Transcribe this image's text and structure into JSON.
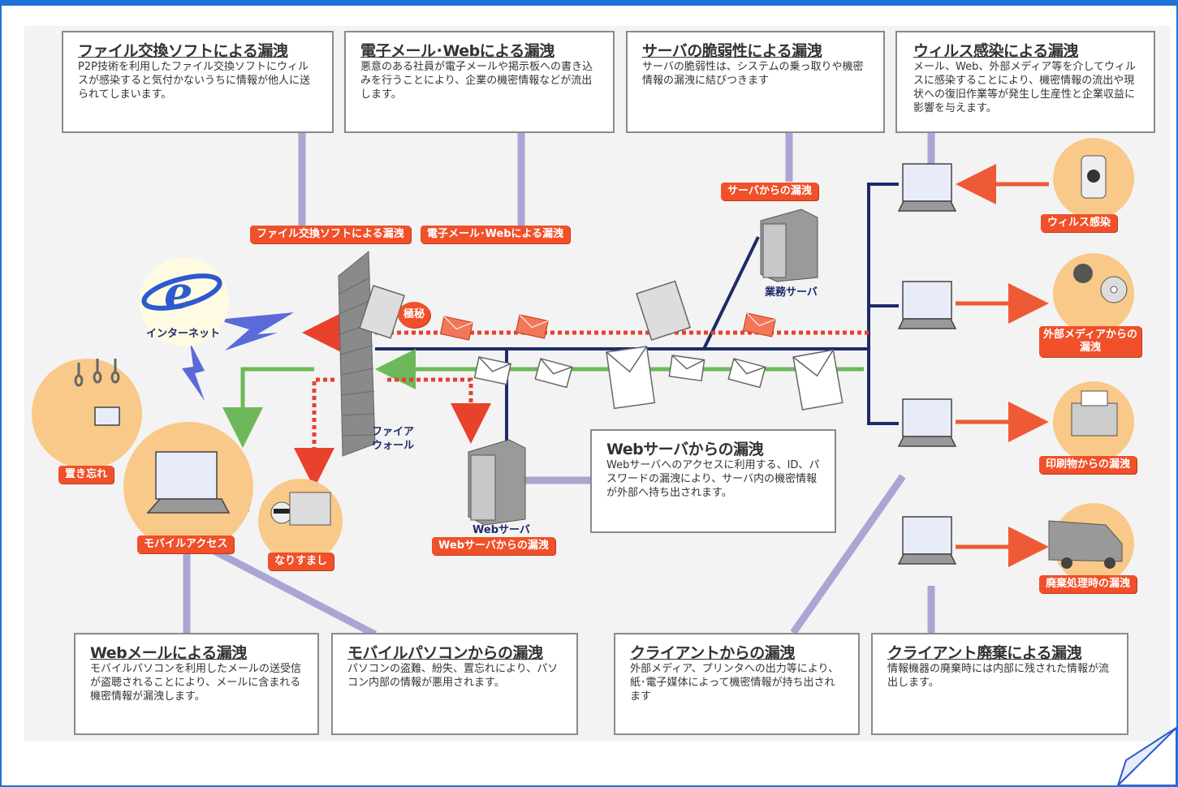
{
  "colors": {
    "frame": "#1e73d8",
    "tag": "#f0502a",
    "network_line": "#1d2b6a",
    "leak_arrow": "#e8412c",
    "green_arrow": "#6db85a",
    "connector": "#a9a6d4"
  },
  "boxes": {
    "file_exchange": {
      "title": "ファイル交換ソフトによる漏洩",
      "text": "P2P技術を利用したファイル交換ソフトにウィルスが感染すると気付かないうちに情報が他人に送られてしまいます。"
    },
    "email_web": {
      "title": "電子メール･Webによる漏洩",
      "text": "悪意のある社員が電子メールや掲示板への書き込みを行うことにより、企業の機密情報などが流出します。"
    },
    "server_vuln": {
      "title": "サーバの脆弱性による漏洩",
      "text": "サーバの脆弱性は、システムの乗っ取りや機密情報の漏洩に結びつきます"
    },
    "virus": {
      "title": "ウィルス感染による漏洩",
      "text": "メール、Web、外部メディア等を介してウィルスに感染することにより、機密情報の流出や現状への復旧作業等が発生し生産性と企業収益に影響を与えます。"
    },
    "web_server": {
      "title": "Webサーバからの漏洩",
      "text": "Webサーバへのアクセスに利用する、ID、パスワードの漏洩により、サーバ内の機密情報が外部へ持ち出されます。"
    },
    "web_mail": {
      "title": "Webメールによる漏洩",
      "text": "モバイルパソコンを利用したメールの送受信が盗聴されることにより、メールに含まれる機密情報が漏洩します。"
    },
    "mobile_pc": {
      "title": "モバイルパソコンからの漏洩",
      "text": "パソコンの盗難、紛失、置忘れにより、パソコン内部の情報が悪用されます。"
    },
    "client": {
      "title": "クライアントからの漏洩",
      "text": "外部メディア、プリンタへの出力等により、紙･電子媒体によって機密情報が持ち出されます"
    },
    "client_disposal": {
      "title": "クライアント廃棄による漏洩",
      "text": "情報機器の廃棄時には内部に残された情報が流出します。"
    }
  },
  "tags": {
    "file_exchange": "ファイル交換ソフトによる漏洩",
    "email_web": "電子メール･Webによる漏洩",
    "server": "サーバからの漏洩",
    "virus": "ウィルス感染",
    "external_media": "外部メディアからの漏洩",
    "printout": "印刷物からの漏洩",
    "disposal": "廃棄処理時の漏洩",
    "web_server": "Webサーバからの漏洩",
    "mobile_access": "モバイルアクセス",
    "left_behind": "置き忘れ",
    "spoofing": "なりすまし",
    "secret": "極秘"
  },
  "labels": {
    "internet": "インターネット",
    "firewall": "ファイア\nウォール",
    "business_server": "業務サーバ",
    "web_server": "Webサーバ"
  },
  "icons": [
    "internet-e-logo-icon",
    "firewall-icon",
    "server-icon",
    "laptop-icon",
    "envelope-icon",
    "poison-bottle-icon",
    "cd-icon",
    "printer-icon",
    "truck-icon",
    "train-strap-icon",
    "lightning-icon",
    "hacker-icon",
    "page-curl-icon"
  ]
}
